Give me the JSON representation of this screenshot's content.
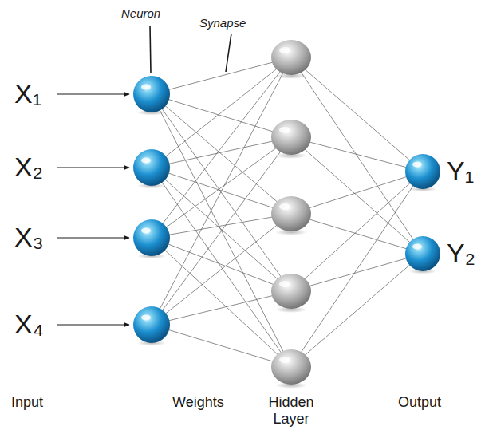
{
  "diagram": {
    "nodes": [
      {
        "text": [
          "X₁"
        ]
      },
      {
        "text": [
          "X₂"
        ]
      },
      {
        "text": [
          "X₃"
        ]
      },
      {
        "text": [
          "X₄"
        ]
      },
      {
        "text": [
          "Y₁"
        ]
      },
      {
        "text": [
          "Y₂"
        ]
      }
    ],
    "labels": [
      "Neuron",
      "Synapse",
      "Input",
      "Weights",
      "Hidden Layer",
      "Output"
    ]
  }
}
